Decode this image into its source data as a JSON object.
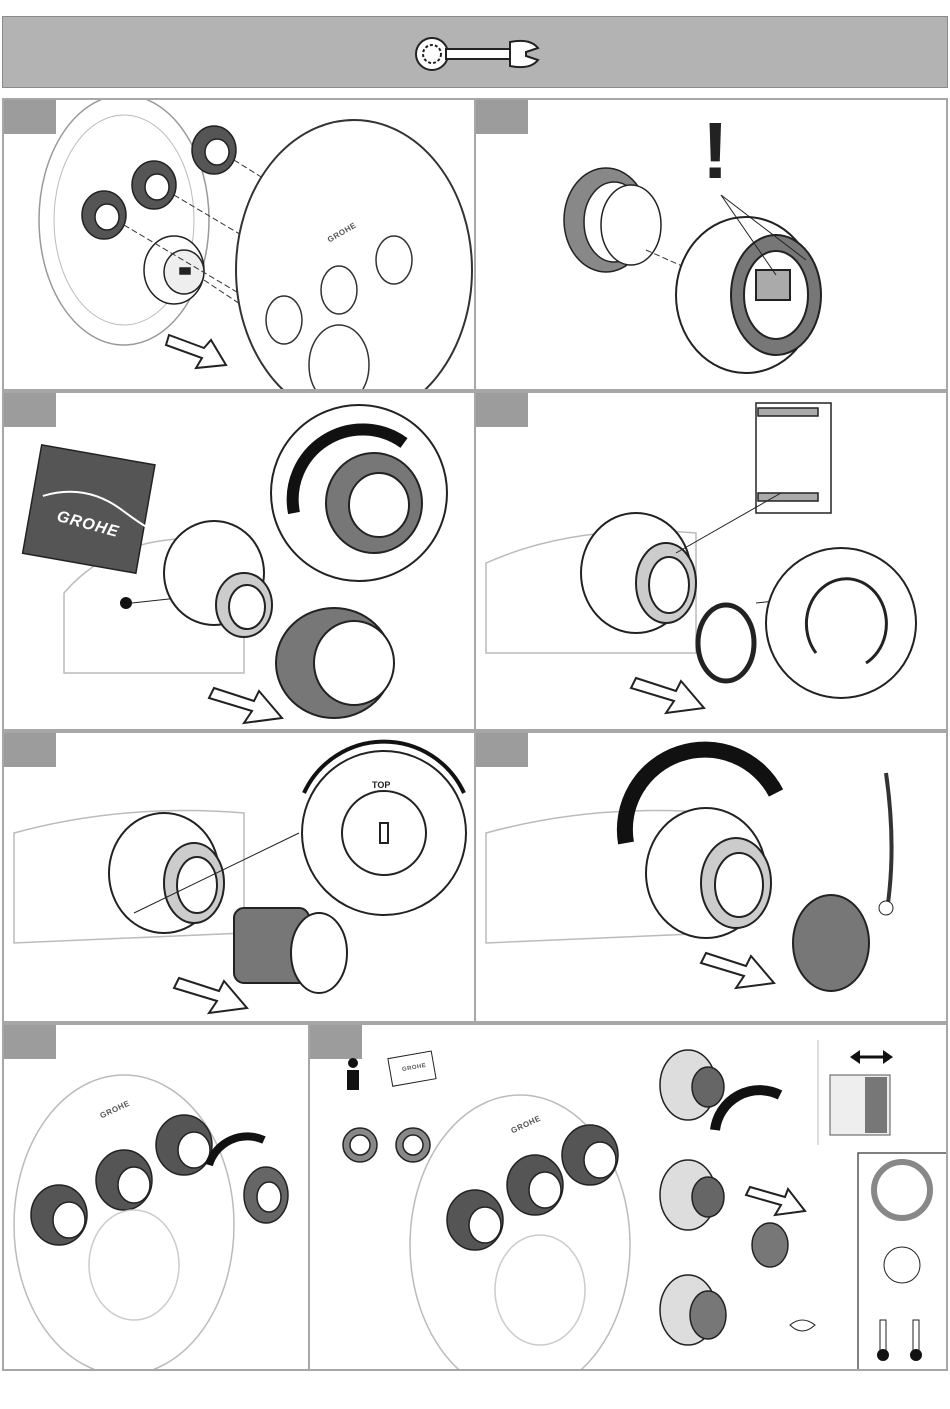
{
  "header": {
    "icon": "wrench-spline-icon"
  },
  "panels": [
    {
      "id": "step-1",
      "brand_text": "GROHE"
    },
    {
      "id": "step-2",
      "warning": "!"
    },
    {
      "id": "step-3",
      "sachet_text": "GROHE"
    },
    {
      "id": "step-4"
    },
    {
      "id": "step-5",
      "top_text": "TOP"
    },
    {
      "id": "step-6"
    },
    {
      "id": "step-7",
      "brand_text": "GROHE"
    },
    {
      "id": "step-8",
      "brand_text": "GROHE",
      "card_text": "GROHE",
      "info_icon": "info-icon"
    }
  ],
  "colors": {
    "header": "#b3b3b3",
    "tab": "#9c9c9c",
    "border": "#a7a7a7"
  }
}
